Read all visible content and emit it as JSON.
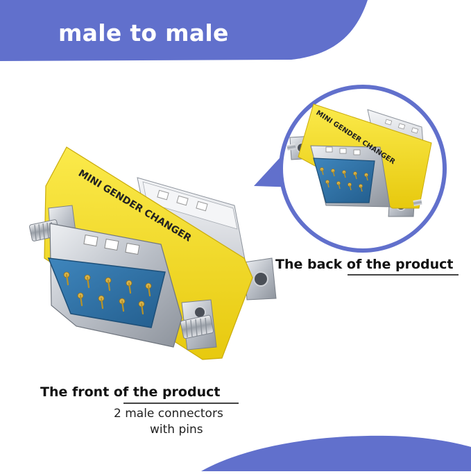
{
  "headline": "male to male",
  "back_caption": "The back of the product",
  "front_caption": "The front of the product",
  "front_sub_line1": "2 male connectors",
  "front_sub_line2": "with pins",
  "label_text": "MINI GENDER CHANGER",
  "colors": {
    "accent_blue": "#6170CC",
    "label_yellow": "#F3DC1F",
    "metal": "#C9CDD3",
    "pin_gold": "#D8B34A"
  },
  "icons": [
    "db9-male-connector",
    "db9-gender-changer-front",
    "db9-gender-changer-back"
  ]
}
